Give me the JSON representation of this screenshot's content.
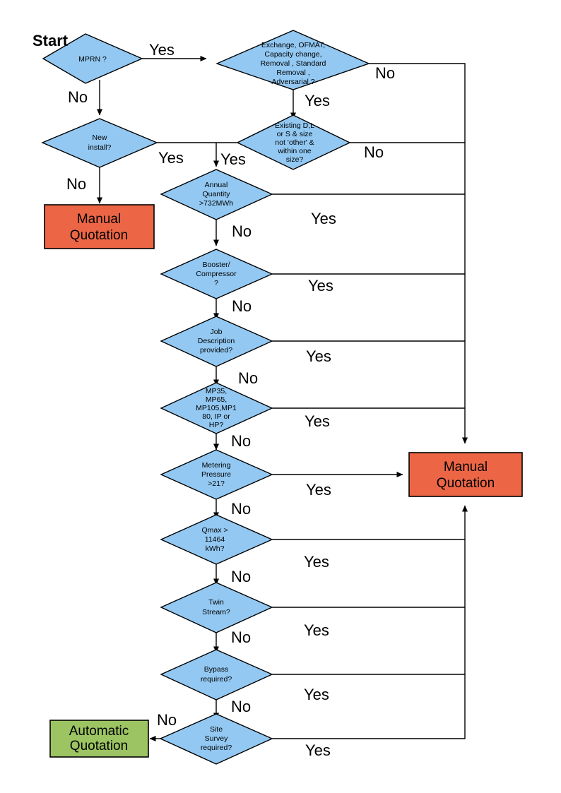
{
  "diagram": {
    "type": "flowchart",
    "title_label": "Start",
    "colors": {
      "decision_fill": "#92c8f2",
      "manual_fill": "#ec6646",
      "automatic_fill": "#9cc462",
      "stroke": "#000000",
      "background": "#ffffff"
    },
    "nodes": [
      {
        "id": "mprn",
        "shape": "decision",
        "lines": [
          "MPRN ?"
        ]
      },
      {
        "id": "exchange",
        "shape": "decision",
        "lines": [
          "Exchange, OFMAT,",
          "Capacity change,",
          "Removal , Standard",
          "Removal ,",
          "Adversarial ?"
        ]
      },
      {
        "id": "newinstall",
        "shape": "decision",
        "lines": [
          "New",
          "install?"
        ]
      },
      {
        "id": "existing",
        "shape": "decision",
        "lines": [
          "Existing D,L",
          "or S & size",
          "not 'other' &",
          "within one",
          "size?"
        ]
      },
      {
        "id": "annual",
        "shape": "decision",
        "lines": [
          "Annual",
          "Quantity",
          ">732MWh"
        ]
      },
      {
        "id": "booster",
        "shape": "decision",
        "lines": [
          "Booster/",
          "Compressor",
          "?"
        ]
      },
      {
        "id": "jobdesc",
        "shape": "decision",
        "lines": [
          "Job",
          "Description",
          "provided?"
        ]
      },
      {
        "id": "mpcodes",
        "shape": "decision",
        "lines": [
          "MP35,",
          "MP65,",
          "MP105,MP1",
          "80, IP or",
          "HP?"
        ]
      },
      {
        "id": "metering",
        "shape": "decision",
        "lines": [
          "Metering",
          "Pressure",
          ">21?"
        ]
      },
      {
        "id": "qmax",
        "shape": "decision",
        "lines": [
          "Qmax >",
          "11464",
          "kWh?"
        ]
      },
      {
        "id": "twin",
        "shape": "decision",
        "lines": [
          "Twin",
          "Stream?"
        ]
      },
      {
        "id": "bypass",
        "shape": "decision",
        "lines": [
          "Bypass",
          "required?"
        ]
      },
      {
        "id": "sitesurvey",
        "shape": "decision",
        "lines": [
          "Site",
          "Survey",
          "required?"
        ]
      },
      {
        "id": "manual_left",
        "shape": "process",
        "variant": "manual",
        "lines": [
          "Manual",
          "Quotation"
        ]
      },
      {
        "id": "manual_right",
        "shape": "process",
        "variant": "manual",
        "lines": [
          "Manual",
          "Quotation"
        ]
      },
      {
        "id": "automatic",
        "shape": "process",
        "variant": "automatic",
        "lines": [
          "Automatic",
          "Quotation"
        ]
      }
    ],
    "edge_labels": {
      "mprn_yes": "Yes",
      "mprn_no": "No",
      "exchange_no": "No",
      "exchange_yes": "Yes",
      "newinstall_yes": "Yes",
      "newinstall_no": "No",
      "existing_yes": "Yes",
      "existing_no": "No",
      "annual_yes": "Yes",
      "annual_no": "No",
      "booster_yes": "Yes",
      "booster_no": "No",
      "jobdesc_yes": "Yes",
      "jobdesc_no": "No",
      "mpcodes_yes": "Yes",
      "mpcodes_no": "No",
      "metering_yes": "Yes",
      "metering_no": "No",
      "qmax_yes": "Yes",
      "qmax_no": "No",
      "twin_yes": "Yes",
      "twin_no": "No",
      "bypass_yes": "Yes",
      "bypass_no": "No",
      "sitesurvey_yes": "Yes",
      "sitesurvey_no": "No"
    }
  }
}
